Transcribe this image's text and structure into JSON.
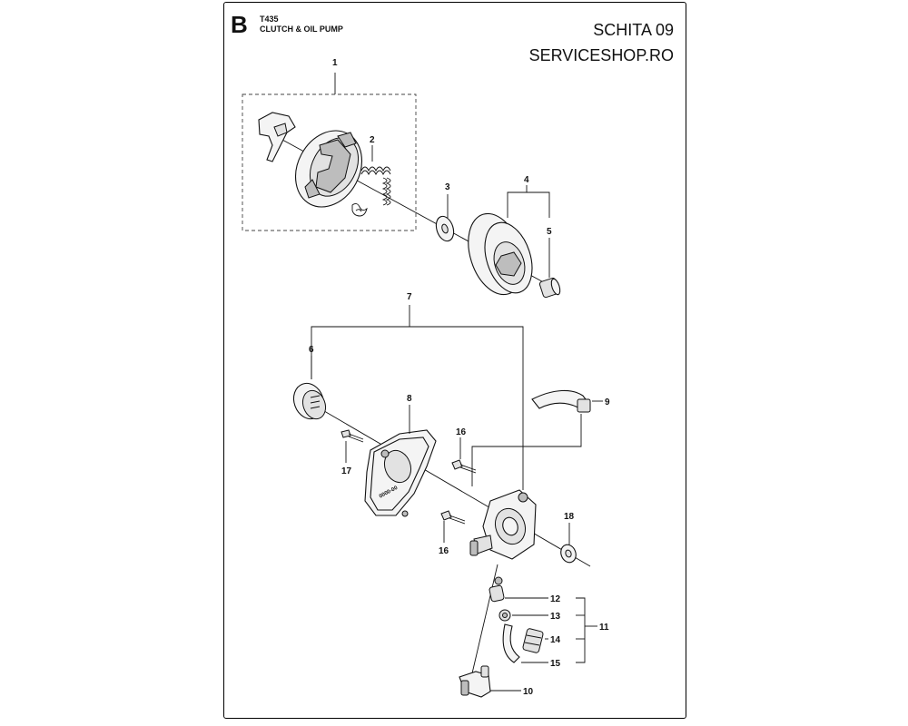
{
  "header": {
    "section_letter": "B",
    "model": "T435",
    "title": "CLUTCH & OIL PUMP",
    "schema": "SCHITA 09",
    "site": "SERVICESHOP.RO"
  },
  "callouts": [
    "1",
    "2",
    "3",
    "4",
    "5",
    "6",
    "7",
    "8",
    "9",
    "16",
    "17",
    "16",
    "18",
    "12",
    "13",
    "14",
    "15",
    "11",
    "10"
  ],
  "part_marking": "0000-00"
}
